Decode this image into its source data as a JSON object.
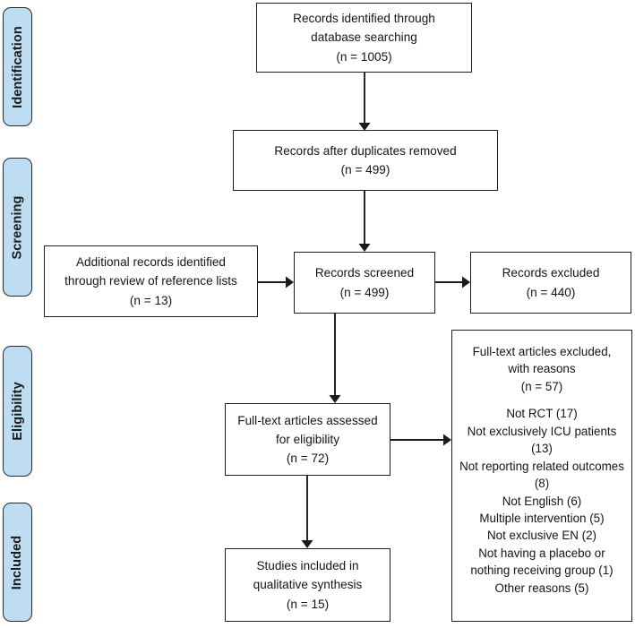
{
  "diagram": {
    "title": "PRISMA study selection flow diagram",
    "accent_color": "#bfddf2",
    "line_color": "#1a1a1a",
    "box_border_color": "#1f1f1f",
    "background_color": "#ffffff"
  },
  "phases": [
    {
      "id": "identification",
      "label": "Identification"
    },
    {
      "id": "screening",
      "label": "Screening"
    },
    {
      "id": "eligibility",
      "label": "Eligibility"
    },
    {
      "id": "included",
      "label": "Included"
    }
  ],
  "boxes": {
    "records_identified": {
      "line1": "Records identified through",
      "line2": "database searching",
      "count": "(n = 1005)"
    },
    "records_after_duplicates": {
      "line1": "Records after duplicates removed",
      "count": "(n = 499)"
    },
    "additional_records": {
      "line1": "Additional records identified",
      "line2": "through review of reference lists",
      "count": "(n = 13)"
    },
    "records_screened": {
      "line1": "Records screened",
      "count": "(n = 499)"
    },
    "records_excluded": {
      "line1": "Records excluded",
      "count": "(n = 440)"
    },
    "fulltext_assessed": {
      "line1": "Full-text articles assessed",
      "line2": "for eligibility",
      "count": "(n = 72)"
    },
    "studies_included": {
      "line1": "Studies included in",
      "line2": "qualitative synthesis",
      "count": "(n = 15)"
    },
    "fulltext_excluded": {
      "line1": "Full-text articles excluded,",
      "line2": "with reasons",
      "count": "(n = 57)",
      "reasons": [
        "Not RCT (17)",
        "Not exclusively ICU patients (13)",
        "Not reporting related outcomes (8)",
        "Not English (6)",
        "Multiple intervention (5)",
        "Not exclusive EN (2)",
        "Not having a placebo or nothing receiving group (1)",
        "Other reasons (5)"
      ]
    }
  },
  "chart_data": {
    "type": "diagram",
    "diagram_type": "prisma-flow",
    "nodes": [
      {
        "id": "records_identified",
        "stage": "Identification",
        "label": "Records identified through database searching",
        "n": 1005
      },
      {
        "id": "records_after_duplicates",
        "stage": "Identification",
        "label": "Records after duplicates removed",
        "n": 499
      },
      {
        "id": "additional_records",
        "stage": "Screening",
        "label": "Additional records identified through review of reference lists",
        "n": 13
      },
      {
        "id": "records_screened",
        "stage": "Screening",
        "label": "Records screened",
        "n": 499
      },
      {
        "id": "records_excluded",
        "stage": "Screening",
        "label": "Records excluded",
        "n": 440
      },
      {
        "id": "fulltext_assessed",
        "stage": "Eligibility",
        "label": "Full-text articles assessed for eligibility",
        "n": 72
      },
      {
        "id": "fulltext_excluded",
        "stage": "Eligibility",
        "label": "Full-text articles excluded, with reasons",
        "n": 57
      },
      {
        "id": "studies_included",
        "stage": "Included",
        "label": "Studies included in qualitative synthesis",
        "n": 15
      }
    ],
    "edges": [
      {
        "from": "records_identified",
        "to": "records_after_duplicates"
      },
      {
        "from": "records_after_duplicates",
        "to": "records_screened"
      },
      {
        "from": "additional_records",
        "to": "records_screened"
      },
      {
        "from": "records_screened",
        "to": "records_excluded"
      },
      {
        "from": "records_screened",
        "to": "fulltext_assessed"
      },
      {
        "from": "fulltext_assessed",
        "to": "fulltext_excluded"
      },
      {
        "from": "fulltext_assessed",
        "to": "studies_included"
      }
    ],
    "exclusion_reasons": [
      {
        "reason": "Not RCT",
        "n": 17
      },
      {
        "reason": "Not exclusively ICU patients",
        "n": 13
      },
      {
        "reason": "Not reporting related outcomes",
        "n": 8
      },
      {
        "reason": "Not English",
        "n": 6
      },
      {
        "reason": "Multiple intervention",
        "n": 5
      },
      {
        "reason": "Not exclusive EN",
        "n": 2
      },
      {
        "reason": "Not having a placebo or nothing receiving group",
        "n": 1
      },
      {
        "reason": "Other reasons",
        "n": 5
      }
    ]
  }
}
